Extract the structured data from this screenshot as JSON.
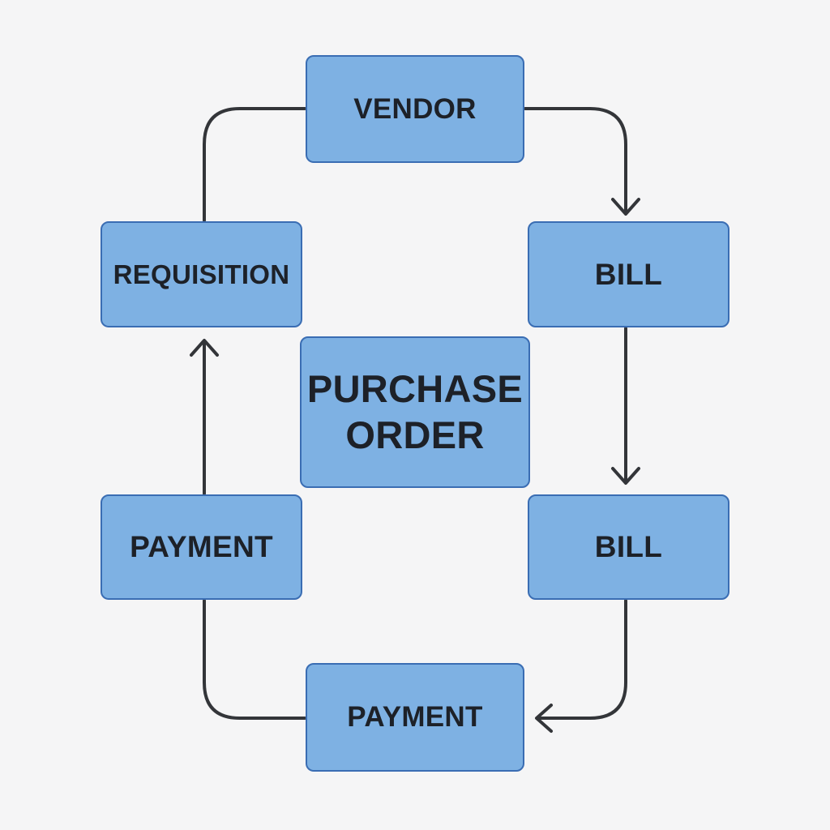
{
  "nodes": {
    "vendor": "VENDOR",
    "requisition": "REQUISITION",
    "bill_1": "BILL",
    "purchase_order_line1": "PURCHASE",
    "purchase_order_line2": "ORDER",
    "payment_1": "PAYMENT",
    "bill_2": "BILL",
    "payment_2": "PAYMENT"
  },
  "edges": [
    {
      "from": "requisition",
      "to": "vendor",
      "arrow": false
    },
    {
      "from": "vendor",
      "to": "bill_1",
      "arrow": true
    },
    {
      "from": "bill_1",
      "to": "bill_2",
      "arrow": true
    },
    {
      "from": "bill_2",
      "to": "payment_2",
      "arrow": true
    },
    {
      "from": "payment_2",
      "to": "payment_1",
      "arrow": false
    },
    {
      "from": "payment_1",
      "to": "requisition",
      "arrow": true
    }
  ],
  "colors": {
    "node_fill": "#7eb1e3",
    "node_border": "#3a6db3",
    "edge": "#333539",
    "text": "#1d2128",
    "background": "#f5f5f6"
  }
}
